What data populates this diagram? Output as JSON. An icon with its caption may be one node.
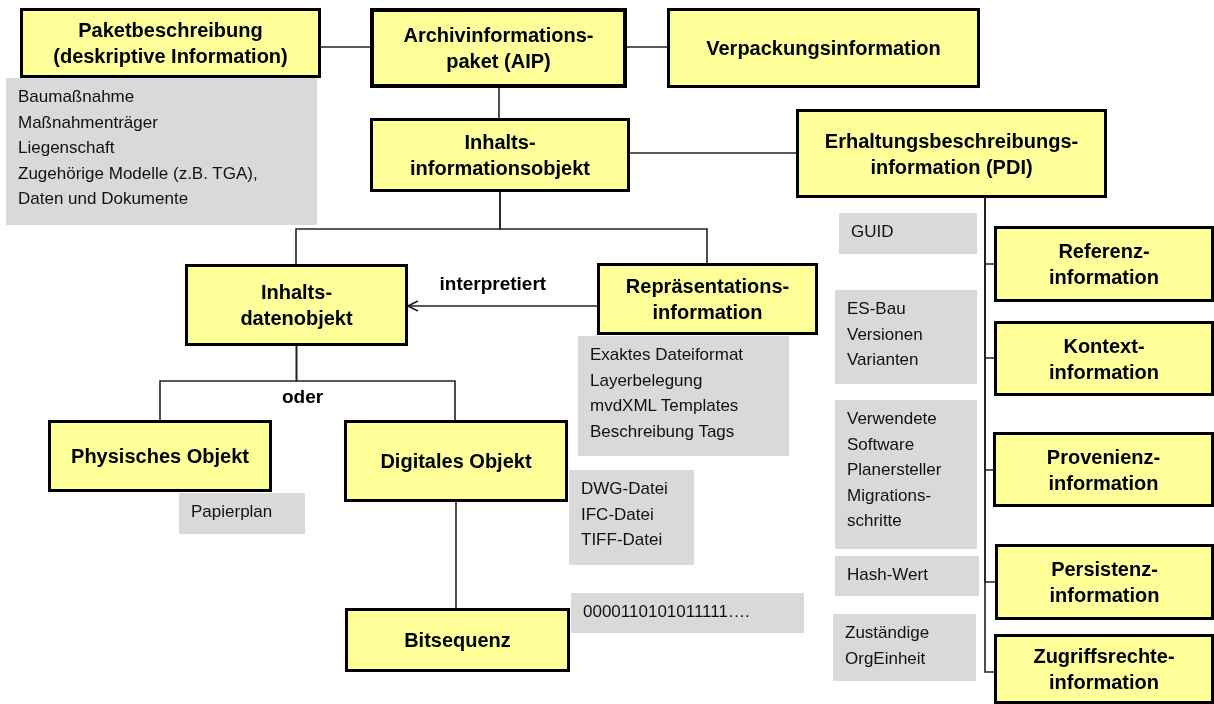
{
  "diagram": {
    "nodes": [
      {
        "text": [
          "Paketbeschreibung (deskriptive Information)"
        ]
      },
      {
        "text": [
          "Archivinformations- paket (AIP)"
        ]
      },
      {
        "text": [
          "Verpackungsinformation"
        ]
      },
      {
        "text": [
          "Baumaßnahme",
          "Maßnahmenträger",
          "Liegenschaft",
          "Zugehörige Modelle (z.B. TGA), Daten und Dokumente"
        ]
      },
      {
        "text": [
          "Inhalts- informationsobjekt"
        ]
      },
      {
        "text": [
          "Erhaltungsbeschreibungs- information (PDI)"
        ]
      },
      {
        "text": [
          "GUID"
        ]
      },
      {
        "text": [
          "Referenz- information"
        ]
      },
      {
        "text": [
          "Inhalts- datenobjekt"
        ]
      },
      {
        "text": [
          "Repräsentations- information"
        ]
      },
      {
        "text": [
          "Exaktes Dateiformat",
          "Layerbelegung",
          "mvdXML Templates",
          "Beschreibung Tags"
        ]
      },
      {
        "text": [
          "ES-Bau",
          "Versionen",
          "Varianten"
        ]
      },
      {
        "text": [
          "Kontext- information"
        ]
      },
      {
        "text": [
          "Physisches Objekt"
        ]
      },
      {
        "text": [
          "Digitales Objekt"
        ]
      },
      {
        "text": [
          "Papierplan"
        ]
      },
      {
        "text": [
          "DWG-Datei",
          "IFC-Datei",
          "TIFF-Datei"
        ]
      },
      {
        "text": [
          "Verwendete Software",
          "Planersteller",
          "Migrations- schritte"
        ]
      },
      {
        "text": [
          "Provenienz- information"
        ]
      },
      {
        "text": [
          "Bitsequenz"
        ]
      },
      {
        "text": [
          "0000110101011111…."
        ]
      },
      {
        "text": [
          "Hash-Wert"
        ]
      },
      {
        "text": [
          "Persistenz- information"
        ]
      },
      {
        "text": [
          "Zuständige OrgEinheit"
        ]
      },
      {
        "text": [
          "Zugriffsrechte- information"
        ]
      }
    ],
    "edges": [
      {
        "from": 0,
        "to": 1,
        "arrow": "none"
      },
      {
        "from": 1,
        "to": 2,
        "arrow": "none"
      },
      {
        "from": 1,
        "to": 4,
        "arrow": "none"
      },
      {
        "from": 4,
        "to": 5,
        "arrow": "none"
      },
      {
        "from": 4,
        "to": 8,
        "arrow": "none"
      },
      {
        "from": 4,
        "to": 9,
        "arrow": "none"
      },
      {
        "from": 9,
        "to": 8,
        "arrow": "to",
        "label": "interpretiert"
      },
      {
        "from": 8,
        "to": 13,
        "arrow": "none"
      },
      {
        "from": 8,
        "to": 14,
        "arrow": "none"
      },
      {
        "from": 14,
        "to": 19,
        "arrow": "none"
      },
      {
        "from": 5,
        "to": 7,
        "arrow": "none"
      },
      {
        "from": 5,
        "to": 12,
        "arrow": "none"
      },
      {
        "from": 5,
        "to": 18,
        "arrow": "none"
      },
      {
        "from": 5,
        "to": 22,
        "arrow": "none"
      },
      {
        "from": 5,
        "to": 24,
        "arrow": "none"
      }
    ],
    "labels": [
      "oder"
    ]
  }
}
